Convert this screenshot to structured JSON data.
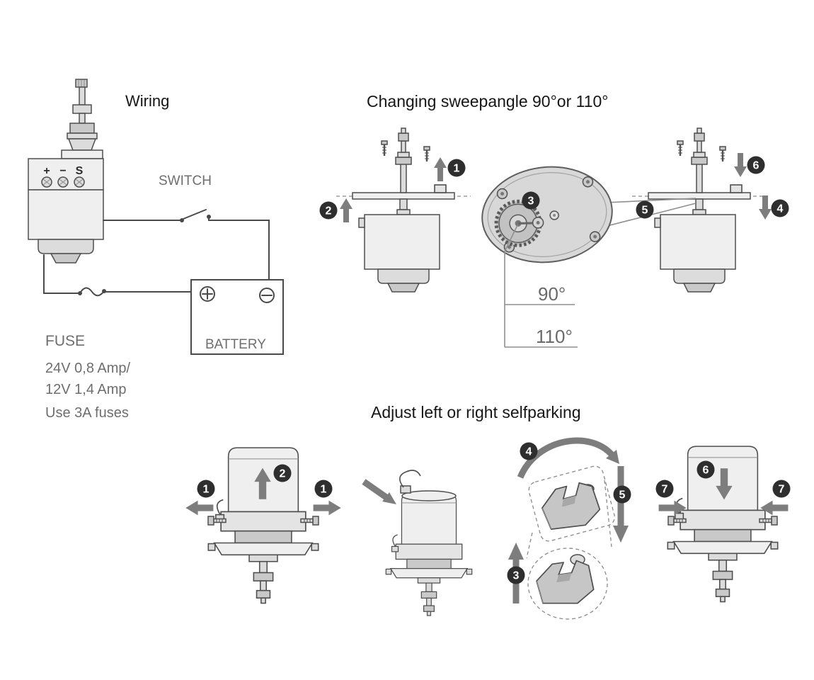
{
  "colors": {
    "line": "#4a4a4a",
    "label_gray": "#6e6e6e",
    "badge_bg": "#2e2e2e",
    "badge_text": "#ffffff",
    "arrow_gray": "#7d7d7d",
    "fill_light": "#efefef"
  },
  "steps": {
    "s1": "1",
    "s2": "2",
    "s3": "3",
    "s4": "4",
    "s5": "5",
    "s6": "6",
    "s7": "7"
  },
  "wiring": {
    "title": "Wiring",
    "terminal_plus": "+",
    "terminal_minus": "−",
    "terminal_s": "S",
    "switch_label": "SWITCH",
    "battery_label": "BATTERY",
    "battery_plus": "+",
    "battery_minus": "−",
    "fuse_label": "FUSE",
    "spec_line1": "24V 0,8 Amp/",
    "spec_line2": "12V 1,4 Amp",
    "spec_line3": "Use 3A fuses"
  },
  "sweepangle": {
    "title": "Changing sweepangle 90°or 110°",
    "angle_90": "90°",
    "angle_110": "110°"
  },
  "selfparking": {
    "title": "Adjust left or right selfparking"
  }
}
